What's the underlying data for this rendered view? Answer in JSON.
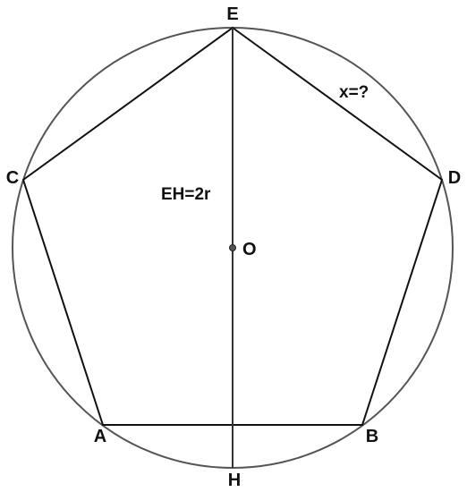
{
  "figure": {
    "colors": {
      "circle": "#555555",
      "polygon": "#111111",
      "diameter": "#333333",
      "center_dot": "#555555",
      "text": "#111111"
    },
    "points": {
      "E": "E",
      "C": "C",
      "D": "D",
      "A": "A",
      "B": "B",
      "H": "H",
      "O": "O"
    },
    "annotations": {
      "diameter": "EH=2r",
      "unknown_side": "x=?"
    }
  }
}
